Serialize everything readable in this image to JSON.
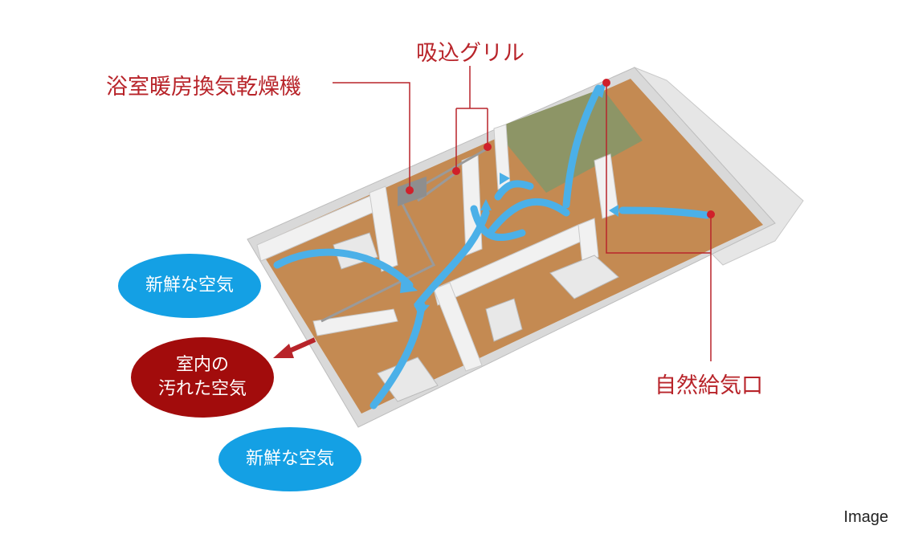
{
  "labels": {
    "bath_dryer": "浴室暖房換気乾燥機",
    "intake_grille": "吸込グリル",
    "natural_inlet": "自然給気口"
  },
  "bubbles": {
    "fresh_air_1": "新鮮な空気",
    "dirty_air_line1": "室内の",
    "dirty_air_line2": "汚れた空気",
    "fresh_air_2": "新鮮な空気"
  },
  "caption": "Image",
  "colors": {
    "label": "#b8242a",
    "fresh": "#14a0e4",
    "dirty": "#a20c0c",
    "arrow": "#4bb0e8"
  }
}
